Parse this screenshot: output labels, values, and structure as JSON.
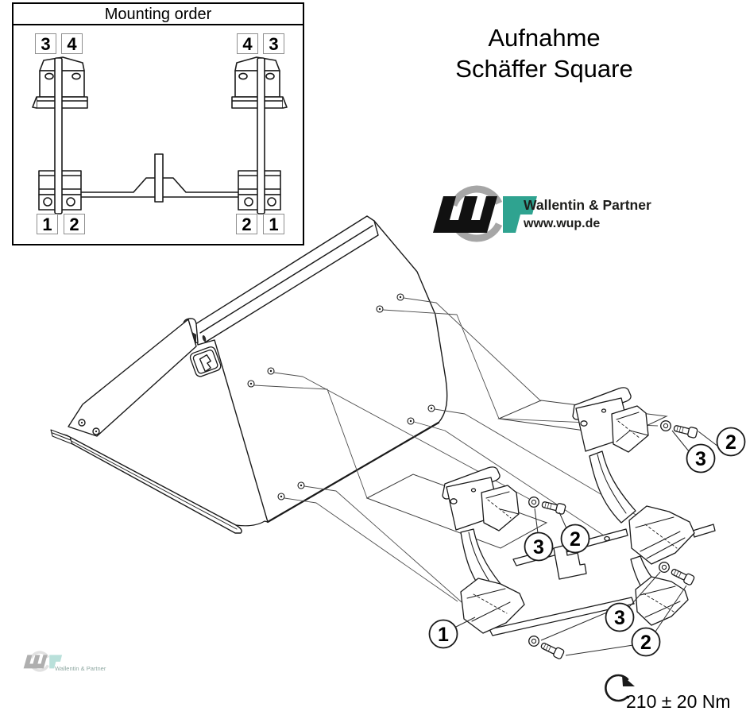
{
  "title": {
    "line1": "Aufnahme",
    "line2": "Schäffer Square"
  },
  "mounting_order": {
    "title": "Mounting order",
    "labels": {
      "top_left": [
        "3",
        "4"
      ],
      "top_right": [
        "4",
        "3"
      ],
      "bottom_left": [
        "1",
        "2"
      ],
      "bottom_right": [
        "2",
        "1"
      ]
    }
  },
  "logo": {
    "company": "Wallentin & Partner",
    "website": "www.wup.de"
  },
  "watermark": {
    "company": "Wallentin & Partner"
  },
  "torque": {
    "label": "210 ± 20 Nm"
  },
  "callouts": {
    "part1": "1",
    "part2": "2",
    "part3": "3"
  },
  "colors": {
    "teal": "#2FA390",
    "ring_gray": "#A6A6A6",
    "line": "#1A1A1A"
  }
}
